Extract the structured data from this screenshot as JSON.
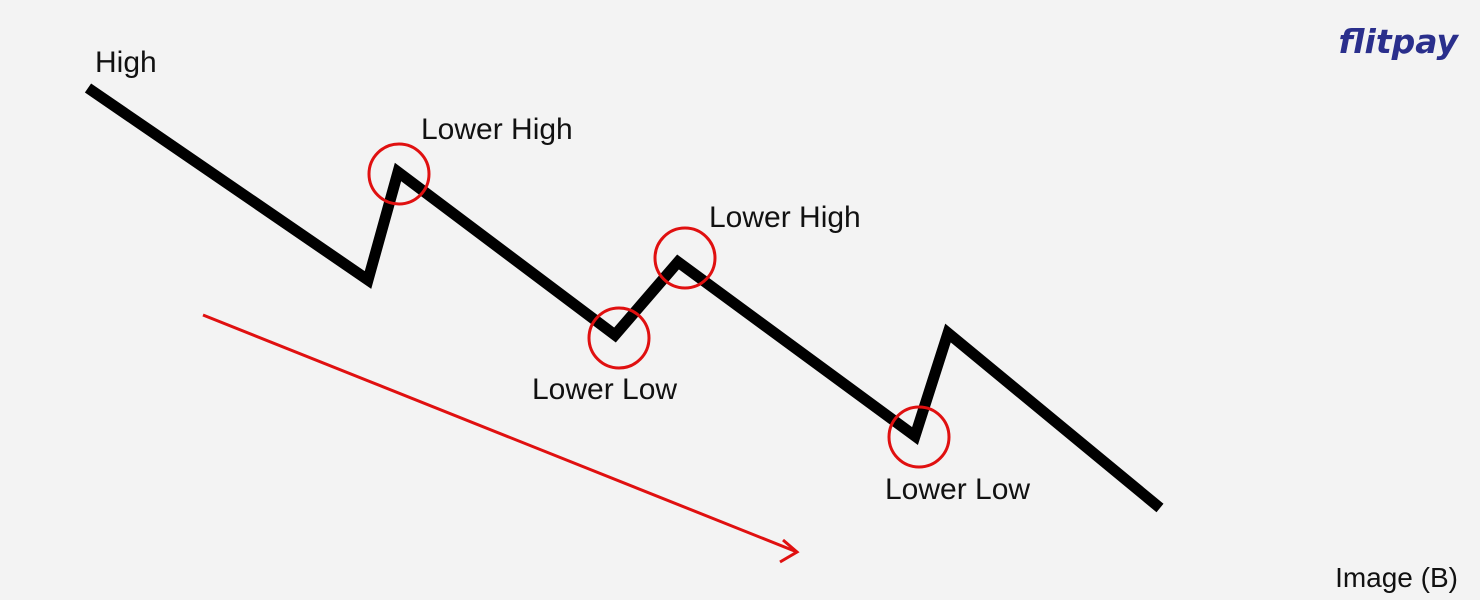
{
  "brand": {
    "name": "flitpay",
    "color": "#2a2f8c"
  },
  "caption": "Image (B)",
  "labels": {
    "high": "High",
    "lower_high_1": "Lower High",
    "lower_high_2": "Lower High",
    "lower_low_1": "Lower Low",
    "lower_low_2": "Lower Low"
  },
  "colors": {
    "background": "#f3f3f3",
    "price_line": "#000000",
    "highlight": "#e01010",
    "trend_arrow": "#e01010",
    "text": "#111111"
  }
}
